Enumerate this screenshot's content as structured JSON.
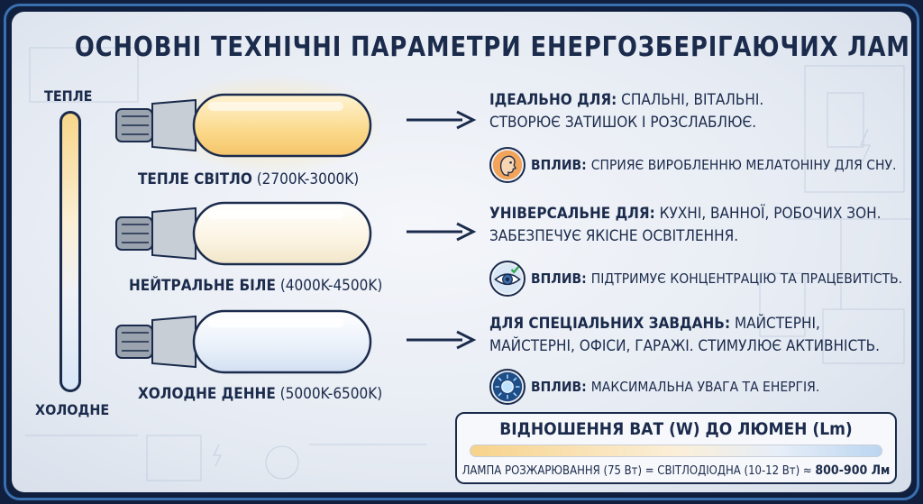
{
  "title": "ОСНОВНІ ТЕХНІЧНІ ПАРАМЕТРИ ЕНЕРГОЗБЕРІГАЮЧИХ ЛАМП",
  "scale": {
    "top_label": "ТЕПЛЕ",
    "bottom_label": "ХОЛОДНЕ"
  },
  "bulbs": [
    {
      "name": "ТЕПЛЕ СВІТЛО",
      "range": "(2700K-3000K)",
      "color": "#fbd98a"
    },
    {
      "name": "НЕЙТРАЛЬНЕ БІЛЕ",
      "range": "(4000K-4500K)",
      "color": "#fbf4e2"
    },
    {
      "name": "ХОЛОДНЕ ДЕННЕ",
      "range": "(5000K-6500K)",
      "color": "#e9f0fa"
    }
  ],
  "info": [
    {
      "heading": "Ідеально для:",
      "line1": "спальні, вітальні.",
      "line2": "Створює затишок і розслаблює.",
      "effect_label": "Вплив:",
      "effect_text": "сприяє виробленню мелатоніну для сну.",
      "icon": "head-sleep-icon"
    },
    {
      "heading": "Універсальне для:",
      "line1": "кухні, ванної, робочих зон.",
      "line2": "Забезпечує якісне освітлення.",
      "effect_label": "Вплив:",
      "effect_text": "підтримує концентрацію та працевитість.",
      "icon": "eye-check-icon"
    },
    {
      "heading": "Для спеціальних завдань:",
      "line1": "майстерні,",
      "line2": "майстерні, офіси, гаражі. Стимулює активність.",
      "effect_label": "Вплив:",
      "effect_text": "максимальна увага та енергія.",
      "icon": "energy-sun-icon"
    }
  ],
  "watt": {
    "title": "ВІДНОШЕННЯ ВАТ (W) ДО ЛЮМЕН (Lm)",
    "text": "ЛАМПА РОЗЖАРЮВАННЯ (75 Вт) = СВІТЛОДІОДНА (10-12 Вт) ≈",
    "result": "800-900 Лм"
  },
  "colors": {
    "navy": "#1b2b4c",
    "frame": "#3a6fb0",
    "warm": "#f8d68a",
    "cold": "#d9e7f7"
  }
}
